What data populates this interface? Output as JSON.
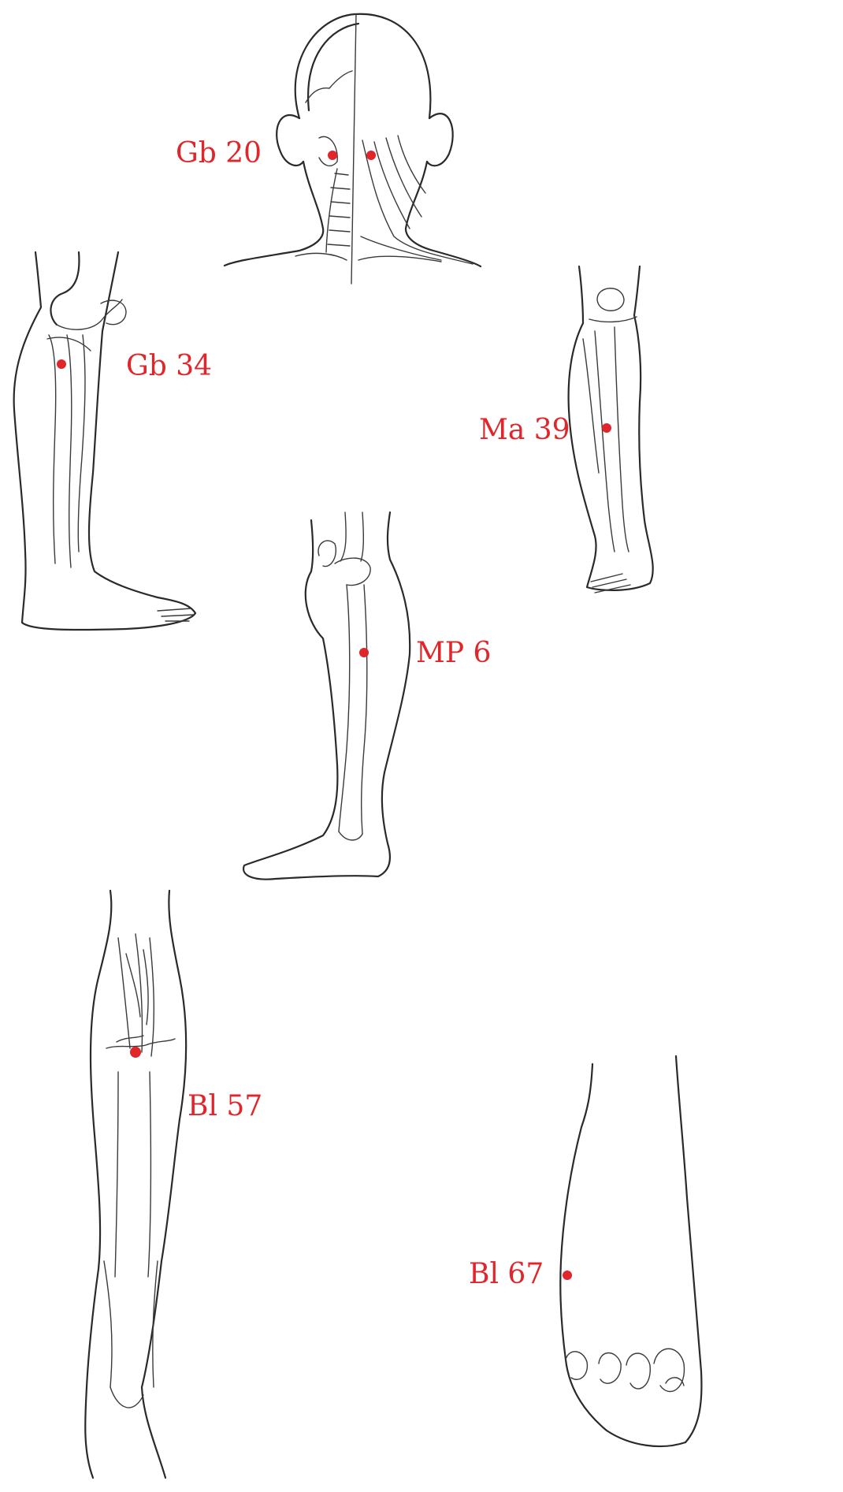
{
  "accent_color": "#e0262b",
  "points": [
    {
      "id": "gb20",
      "label": "Gb 20"
    },
    {
      "id": "gb34",
      "label": "Gb 34"
    },
    {
      "id": "ma39",
      "label": "Ma 39"
    },
    {
      "id": "mp6",
      "label": "MP 6"
    },
    {
      "id": "bl57",
      "label": "Bl 57"
    },
    {
      "id": "bl67",
      "label": "Bl 67"
    }
  ],
  "figures": [
    {
      "id": "head",
      "depicts": "head-and-neck-back-view"
    },
    {
      "id": "leg-lateral",
      "depicts": "lower-leg-lateral-view"
    },
    {
      "id": "leg-front",
      "depicts": "lower-leg-front-view"
    },
    {
      "id": "leg-medial",
      "depicts": "lower-leg-medial-view"
    },
    {
      "id": "calf-back",
      "depicts": "calf-back-view"
    },
    {
      "id": "foot-top",
      "depicts": "foot-top-view"
    }
  ]
}
